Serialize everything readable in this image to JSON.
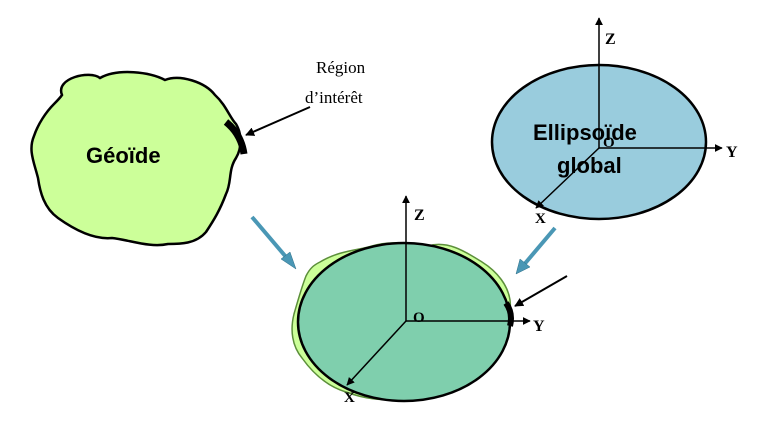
{
  "labels": {
    "geoid": "Géoïde",
    "region_line1": "Région",
    "region_line2": "d’intérêt",
    "ellipsoid_line1": "Ellipsoïde",
    "ellipsoid_line2": "global"
  },
  "axes": {
    "ellipsoid": {
      "z": "Z",
      "y": "Y",
      "x": "X",
      "origin": "O"
    },
    "combined": {
      "z": "Z",
      "y": "Y",
      "x": "X",
      "origin": "O"
    }
  },
  "colors": {
    "geoid_fill": "#ccff99",
    "ellipsoid_fill": "#99ccdd",
    "overlap_fill": "#7fcfad",
    "flow_arrow": "#4a97b5",
    "outline": "#000000"
  }
}
